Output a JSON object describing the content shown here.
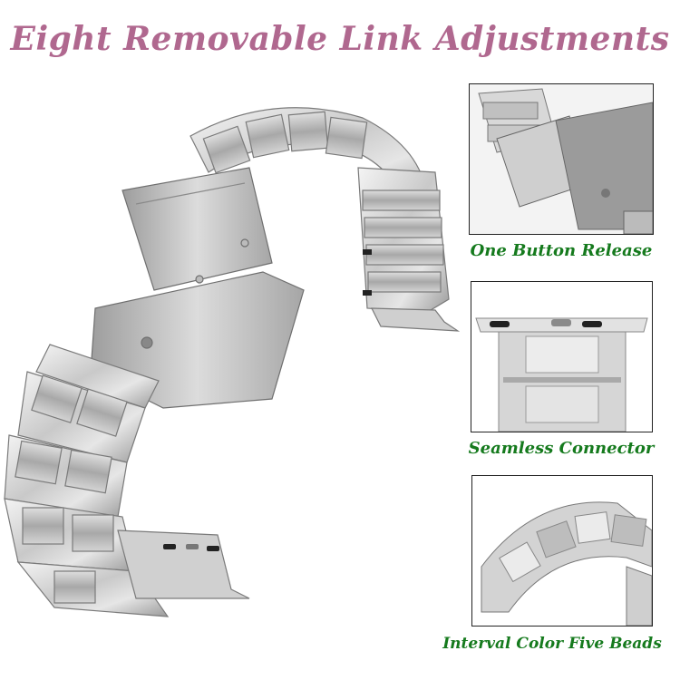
{
  "headline": {
    "text": "Eight Removable Link Adjustments",
    "color": "#b0688f"
  },
  "captions": {
    "color": "#157a1d",
    "one_button_release": "One Button Release",
    "seamless_connector": "Seamless Connector",
    "interval_color": "Interval Color Five Beads"
  },
  "metal_colors": {
    "light": "#e9e9e9",
    "mid": "#c2c2c2",
    "dark": "#8e8e8e",
    "edge": "#6b6b6b"
  }
}
